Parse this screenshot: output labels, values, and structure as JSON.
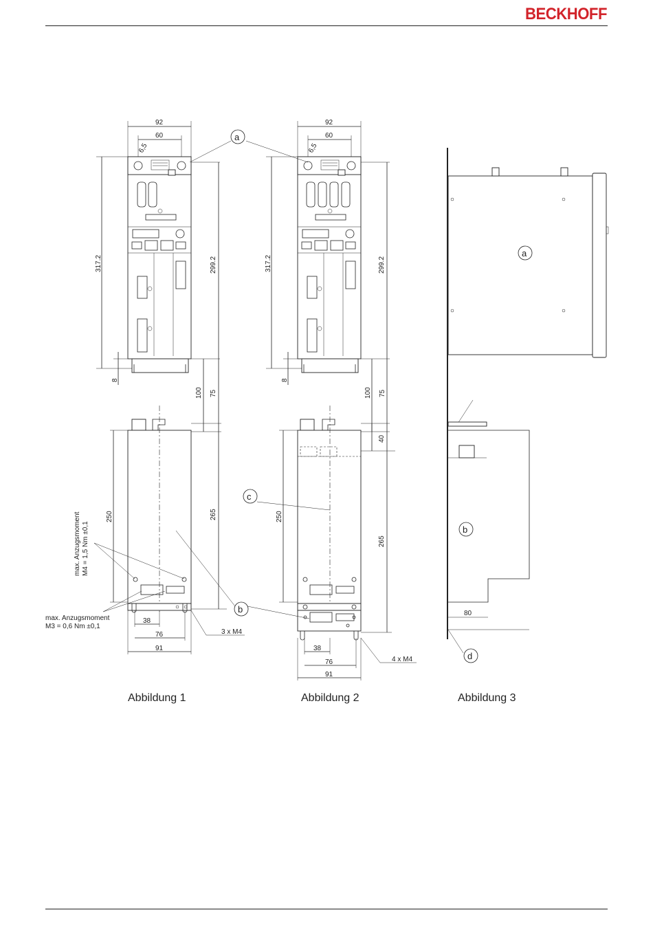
{
  "header": {
    "brand": "BECKHOFF"
  },
  "captions": {
    "fig1": "Abbildung 1",
    "fig2": "Abbildung 2",
    "fig3": "Abbildung 3"
  },
  "labels": {
    "a": "a",
    "b": "b",
    "c": "c",
    "d": "d"
  },
  "fig1": {
    "width_total": "92",
    "hole_spacing": "60",
    "hole_dia": "6,5",
    "height_total": "317.2",
    "height_inner": "299.2",
    "offset_8": "8",
    "gap_100": "100",
    "gap_75": "75",
    "depth_250": "250",
    "depth_265": "265",
    "torque_m4_title": "max. Anzugsmoment",
    "torque_m4": "M4 = 1,5 Nm ±0,1",
    "torque_m3_title": "max. Anzugsmoment",
    "torque_m3": "M3 = 0,6 Nm ±0,1",
    "dim_38": "38",
    "dim_76": "76",
    "dim_91": "91",
    "screws": "3 x M4"
  },
  "fig2": {
    "width_total": "92",
    "hole_spacing": "60",
    "hole_dia": "6,5",
    "height_total": "317.2",
    "height_inner": "299.2",
    "offset_8": "8",
    "gap_100": "100",
    "gap_75": "75",
    "gap_40": "40",
    "depth_250": "250",
    "depth_265": "265",
    "dim_38": "38",
    "dim_76": "76",
    "dim_91": "91",
    "screws": "4 x M4"
  },
  "fig3": {
    "dim_80": "80"
  }
}
